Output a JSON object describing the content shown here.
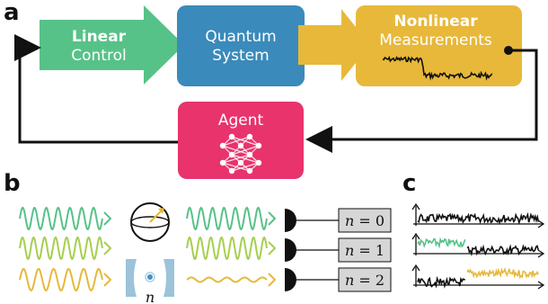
{
  "panels": {
    "a": "a",
    "b": "b",
    "c": "c"
  },
  "flow": {
    "control": {
      "line1": "Linear",
      "line2": "Control"
    },
    "system": {
      "line1": "Quantum",
      "line2": "System"
    },
    "measure": {
      "line1": "Nonlinear",
      "line2": "Measurements"
    },
    "agent": {
      "label": "Agent"
    }
  },
  "panel_b": {
    "cavity_label": "n",
    "outcomes": [
      {
        "var": "n",
        "eq": " = 0"
      },
      {
        "var": "n",
        "eq": " = 1"
      },
      {
        "var": "n",
        "eq": " = 2"
      }
    ]
  },
  "colors": {
    "linear_control": "#57c288",
    "quantum_system": "#3a8abb",
    "nonlinear_measurement": "#e7b83a",
    "agent": "#e8336d",
    "wave_green": "#57c288",
    "wave_lightgreen": "#a6cf4e",
    "wave_yellow": "#e7b83a",
    "cavity": "#9cc3da",
    "outcome_box": "#d6d6d6"
  }
}
